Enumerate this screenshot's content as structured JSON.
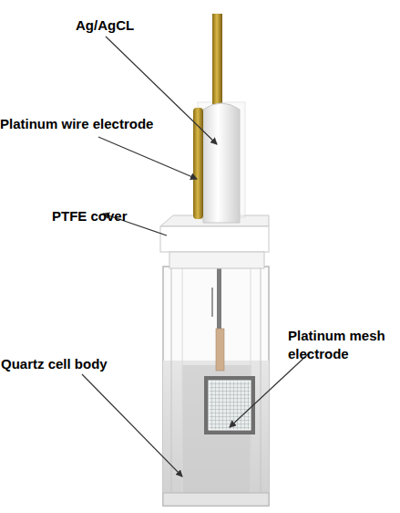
{
  "diagram": {
    "labels": [
      "Ag/AgCL",
      "Platinum wire electrode",
      "PTFE cover",
      "Platinum mesh electrode",
      "Quartz cell body"
    ]
  }
}
